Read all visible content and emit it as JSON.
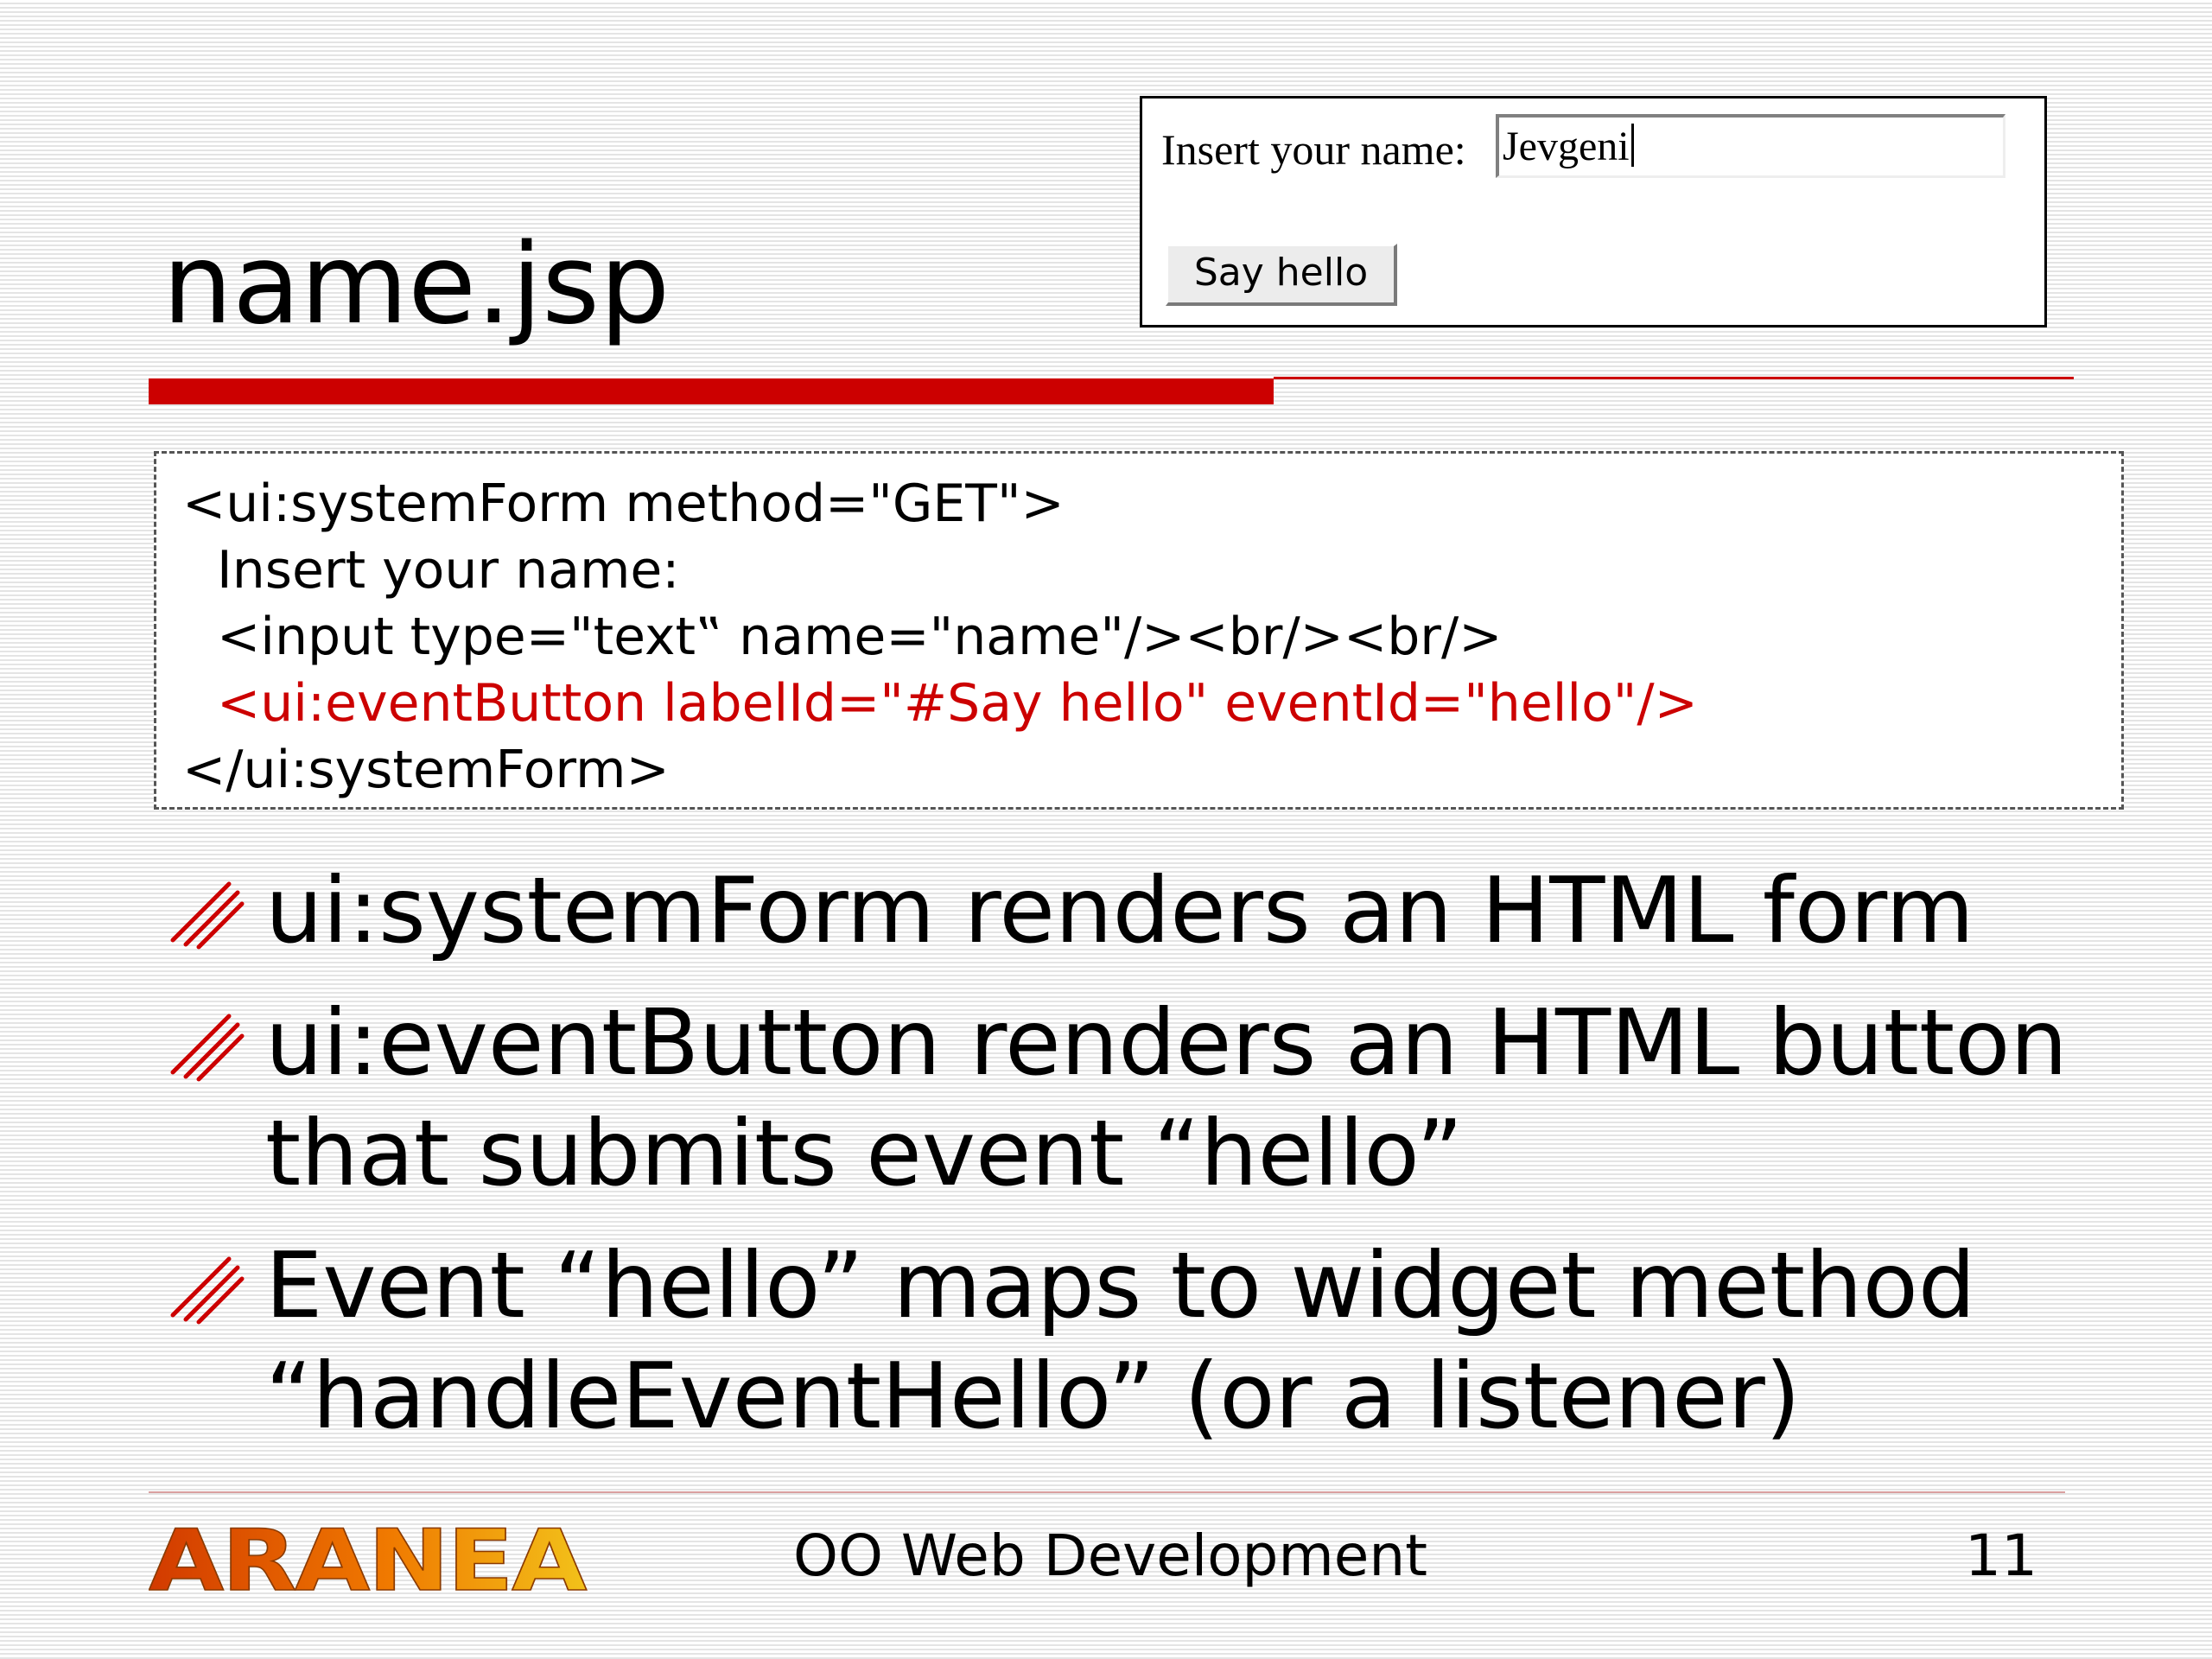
{
  "slide": {
    "title": "name.jsp",
    "accent_color": "#cc0000"
  },
  "demo_form": {
    "label": "Insert your name:",
    "input_value": "Jevgeni",
    "button_label": "Say hello"
  },
  "code": {
    "lines": [
      "<ui:systemForm method=\"GET\">",
      "Insert your name:",
      "<input type=\"text‟ name=\"name\"/><br/><br/>",
      "<ui:eventButton labelId=\"#Say hello\" eventId=\"hello\"/>",
      "</ui:systemForm>"
    ],
    "highlight_color": "#cc0000"
  },
  "bullets": [
    {
      "text": "ui:systemForm renders an HTML form",
      "icon": "hatch-bullet-icon"
    },
    {
      "text": "ui:eventButton renders an HTML button that submits event “hello”",
      "icon": "hatch-bullet-icon"
    },
    {
      "text": "Event “hello” maps to widget method “handleEventHello” (or a listener)",
      "icon": "hatch-bullet-icon"
    }
  ],
  "footer": {
    "logo_text": "ARANEA",
    "center_text": "OO Web Development",
    "page_number": "11"
  }
}
